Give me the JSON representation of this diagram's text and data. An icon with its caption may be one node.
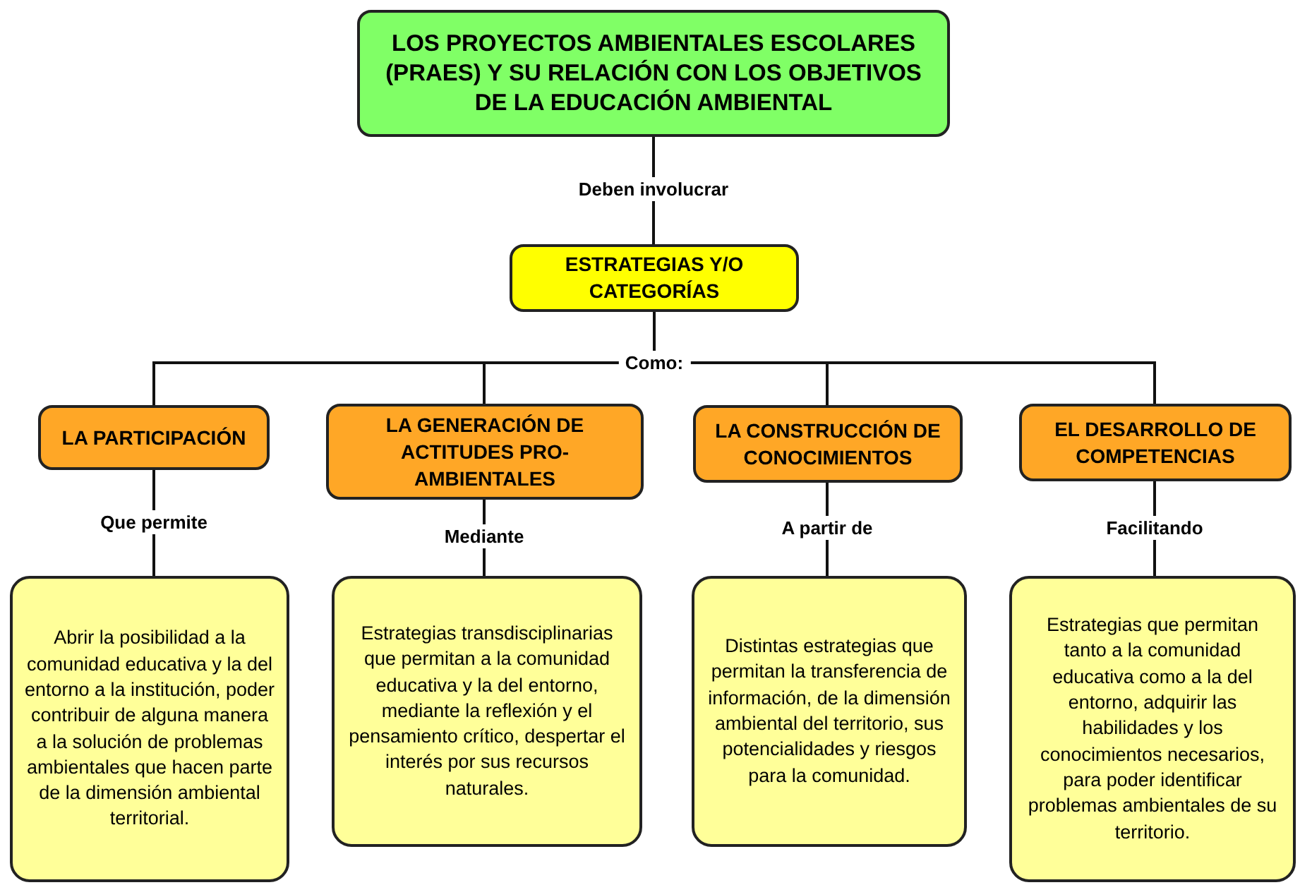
{
  "diagram": {
    "nodes": [
      {
        "text": [
          "LOS PROYECTOS AMBIENTALES ESCOLARES (PRAES) Y SU RELACIÓN CON LOS OBJETIVOS DE LA EDUCACIÓN AMBIENTAL"
        ]
      },
      {
        "text": [
          "ESTRATEGIAS Y/O CATEGORÍAS"
        ]
      },
      {
        "text": [
          "LA PARTICIPACIÓN"
        ]
      },
      {
        "text": [
          "LA GENERACIÓN DE ACTITUDES PRO-AMBIENTALES"
        ]
      },
      {
        "text": [
          "LA CONSTRUCCIÓN DE CONOCIMIENTOS"
        ]
      },
      {
        "text": [
          "EL DESARROLLO DE COMPETENCIAS"
        ]
      },
      {
        "text": [
          "Abrir la posibilidad a la comunidad educativa y la del entorno a la institución, poder contribuir de alguna manera a la solución de problemas ambientales que hacen parte de la dimensión ambiental territorial."
        ]
      },
      {
        "text": [
          "Estrategias transdisciplinarias que permitan a la comunidad educativa y la del entorno, mediante la reflexión y el pensamiento crítico, despertar el interés por sus recursos naturales."
        ]
      },
      {
        "text": [
          "Distintas estrategias que permitan la transferencia de información, de la dimensión ambiental del territorio, sus potencialidades y riesgos para la comunidad."
        ]
      },
      {
        "text": [
          "Estrategias que permitan tanto a la comunidad educativa como a la del entorno, adquirir las habilidades y los conocimientos necesarios, para poder identificar problemas ambientales de su territorio."
        ]
      }
    ],
    "edges": [
      {
        "from": 0,
        "to": 1,
        "arrow": "none",
        "label": "Deben involucrar"
      },
      {
        "from": 1,
        "to": 2,
        "arrow": "none",
        "label": "Como:"
      },
      {
        "from": 1,
        "to": 3,
        "arrow": "none"
      },
      {
        "from": 1,
        "to": 4,
        "arrow": "none"
      },
      {
        "from": 1,
        "to": 5,
        "arrow": "none"
      },
      {
        "from": 2,
        "to": 6,
        "arrow": "none",
        "label": "Que permite"
      },
      {
        "from": 3,
        "to": 7,
        "arrow": "none",
        "label": "Mediante"
      },
      {
        "from": 4,
        "to": 8,
        "arrow": "none",
        "label": "A partir de"
      },
      {
        "from": 5,
        "to": 9,
        "arrow": "none",
        "label": "Facilitando"
      }
    ]
  }
}
